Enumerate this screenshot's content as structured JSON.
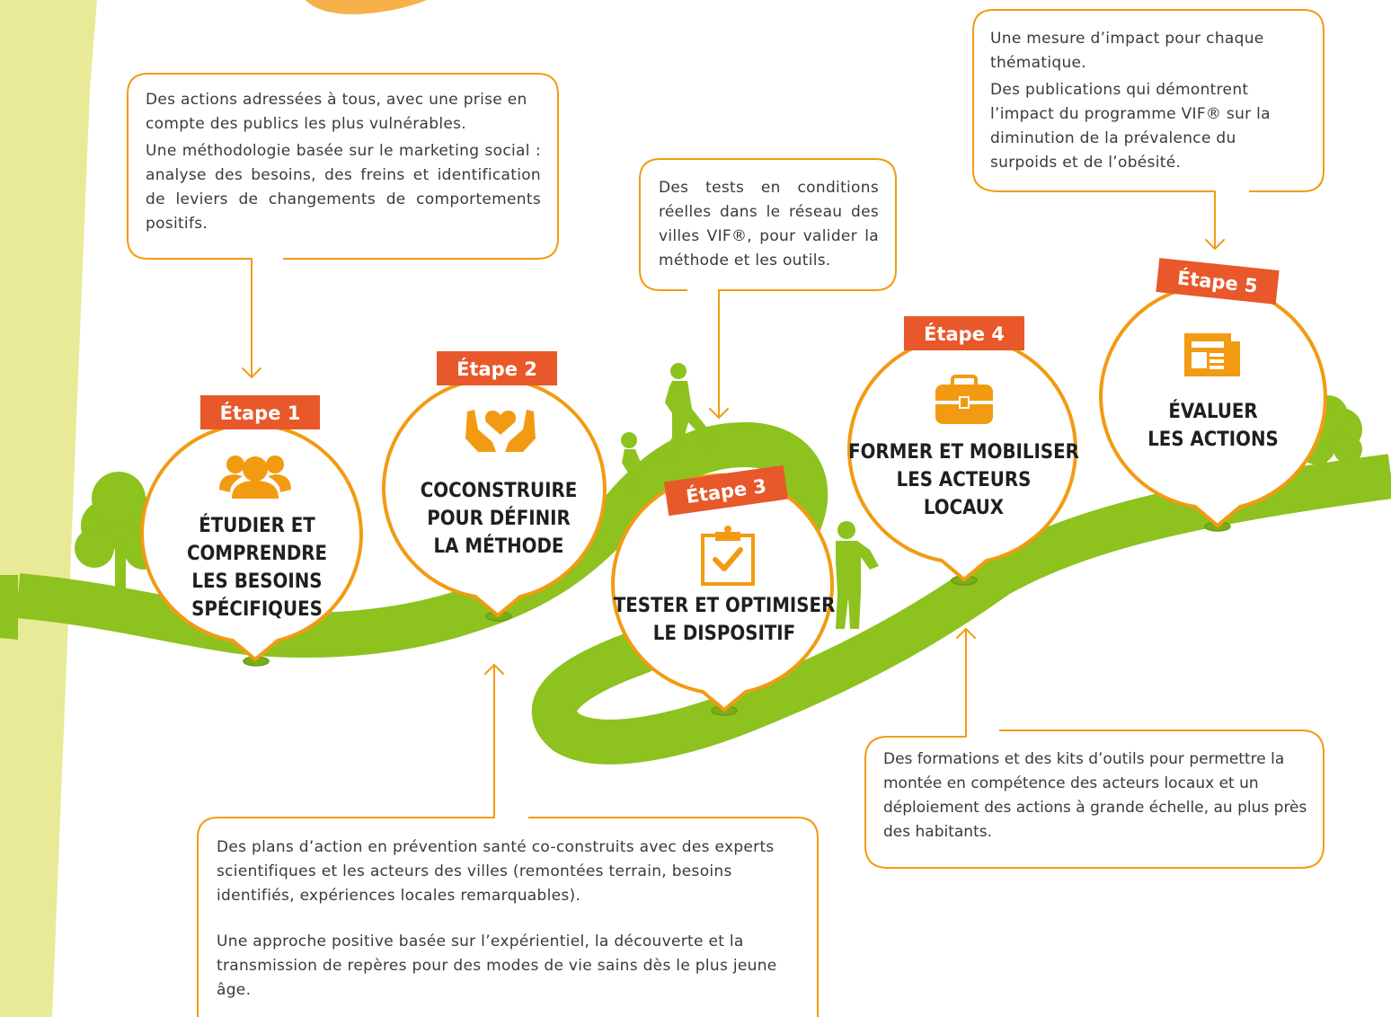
{
  "colors": {
    "orange": "#F29B12",
    "orange_red": "#E8582A",
    "green": "#8DC21F",
    "dark_green": "#7AAE17",
    "sidebar": "#E9EA97"
  },
  "steps": [
    {
      "badge": "Étape 1",
      "icon": "people-icon",
      "title_lines": [
        "ÉTUDIER ET COMPRENDRE",
        "LES BESOINS",
        "SPÉCIFIQUES"
      ]
    },
    {
      "badge": "Étape 2",
      "icon": "heart-hands-icon",
      "title_lines": [
        "COCONSTRUIRE",
        "POUR DÉFINIR",
        "LA MÉTHODE"
      ]
    },
    {
      "badge": "Étape 3",
      "icon": "clipboard-check-icon",
      "title_lines": [
        "TESTER ET OPTIMISER",
        "LE DISPOSITIF"
      ]
    },
    {
      "badge": "Étape 4",
      "icon": "briefcase-icon",
      "title_lines": [
        "FORMER ET MOBILISER",
        "LES ACTEURS",
        "LOCAUX"
      ]
    },
    {
      "badge": "Étape 5",
      "icon": "newspaper-icon",
      "title_lines": [
        "ÉVALUER",
        "LES ACTIONS"
      ]
    }
  ],
  "callouts": {
    "step1": [
      "Des actions adressées à tous, avec une prise en compte des publics les plus vulnérables.",
      "Une méthodologie basée sur le marketing social : analyse des besoins, des freins et identification de leviers de changements de comportements positifs."
    ],
    "step2": [
      "Des plans d’action en prévention santé co-construits avec des experts scientifiques et les acteurs des villes (remontées terrain, besoins identifiés, expériences locales remarquables).",
      "Une approche positive basée sur l’expérientiel, la découverte et la transmission de repères pour des modes de vie sains dès le plus jeune âge."
    ],
    "step3": [
      "Des tests en conditions réelles dans le réseau des villes VIF®, pour valider la méthode et les outils."
    ],
    "step4": [
      "Des formations et des kits d’outils pour permettre la montée en compétence des acteurs locaux et un déploiement des actions à grande échelle, au plus près des habitants."
    ],
    "step5": [
      "Une mesure d’impact pour chaque thématique.",
      "Des publications qui démontrent l’impact du programme VIF® sur la diminution de la prévalence du surpoids et de l’obésité."
    ]
  }
}
